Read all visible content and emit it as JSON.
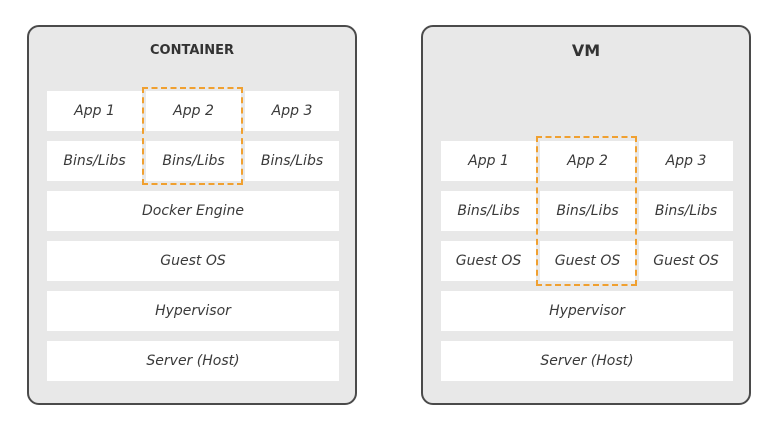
{
  "highlight_color": "#f0a030",
  "container": {
    "title": "CONTAINER",
    "apps": [
      "App 1",
      "App 2",
      "App 3"
    ],
    "libs": [
      "Bins/Libs",
      "Bins/Libs",
      "Bins/Libs"
    ],
    "engine": "Docker Engine",
    "guest_os": "Guest OS",
    "hypervisor": "Hypervisor",
    "server": "Server (Host)"
  },
  "vm": {
    "title": "VM",
    "apps": [
      "App 1",
      "App 2",
      "App 3"
    ],
    "libs": [
      "Bins/Libs",
      "Bins/Libs",
      "Bins/Libs"
    ],
    "guest_os": [
      "Guest OS",
      "Guest OS",
      "Guest OS"
    ],
    "hypervisor": "Hypervisor",
    "server": "Server (Host)"
  }
}
